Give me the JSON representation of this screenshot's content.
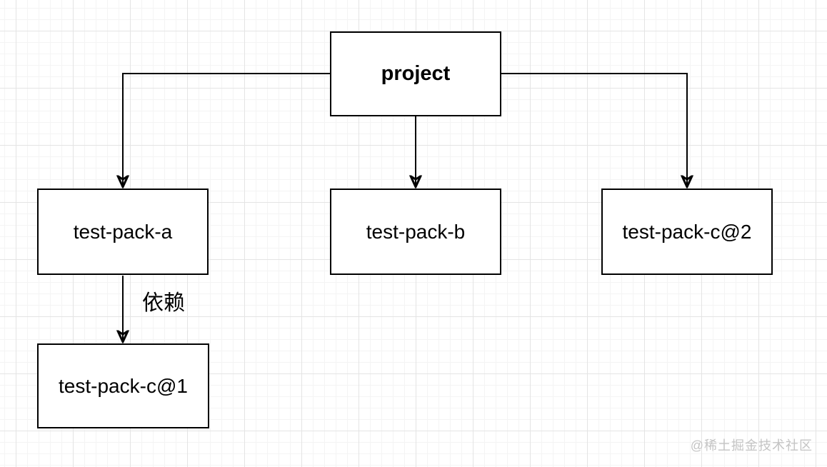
{
  "diagram": {
    "nodes": [
      {
        "id": "project",
        "label": "project"
      },
      {
        "id": "test-pack-a",
        "label": "test-pack-a"
      },
      {
        "id": "test-pack-b",
        "label": "test-pack-b"
      },
      {
        "id": "test-pack-c-v2",
        "label": "test-pack-c@2"
      },
      {
        "id": "test-pack-c-v1",
        "label": "test-pack-c@1"
      }
    ],
    "edges": [
      {
        "from": "project",
        "to": "test-pack-a",
        "label": ""
      },
      {
        "from": "project",
        "to": "test-pack-b",
        "label": ""
      },
      {
        "from": "project",
        "to": "test-pack-c-v2",
        "label": ""
      },
      {
        "from": "test-pack-a",
        "to": "test-pack-c-v1",
        "label": "依赖"
      }
    ]
  },
  "watermark": {
    "text": "@稀土掘金技术社区"
  },
  "colors": {
    "background": "#ffffff",
    "grid_minor": "#f4f4f4",
    "grid_major": "#e4e4e4",
    "node_fill": "#ffffff",
    "node_border": "#000000",
    "edge_stroke": "#000000",
    "text": "#000000",
    "watermark_text": "#c4c4c4"
  }
}
